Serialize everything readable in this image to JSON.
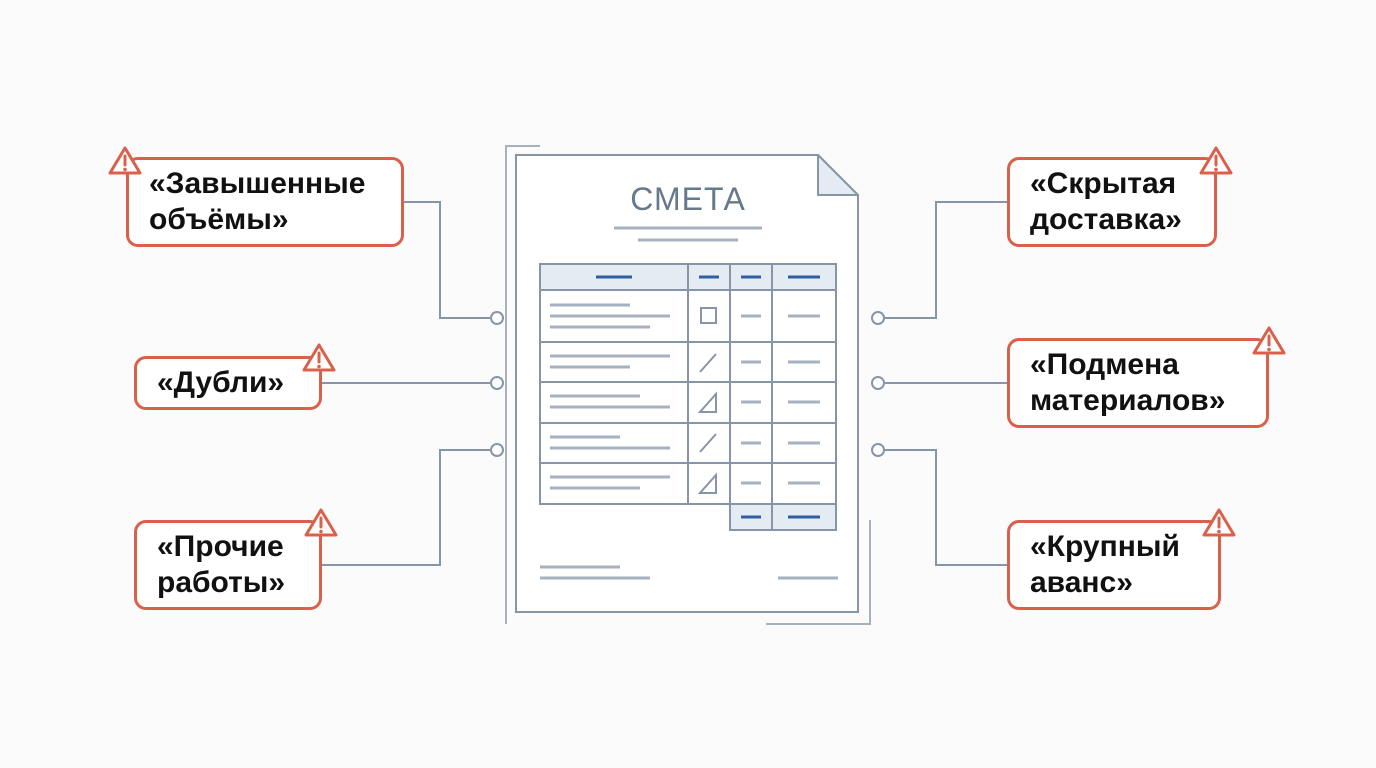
{
  "document": {
    "title": "СМЕТА",
    "table_rows": [
      {
        "mark": "square-icon"
      },
      {
        "mark": "pencil-stroke-icon"
      },
      {
        "mark": "triangle-ruler-icon"
      },
      {
        "mark": "pencil-stroke-icon"
      },
      {
        "mark": "triangle-ruler-icon"
      }
    ]
  },
  "callouts": {
    "left": [
      {
        "id": "inflated-volumes",
        "text": "«Завышенные\nобъёмы»",
        "icon": "warning-icon"
      },
      {
        "id": "duplicates",
        "text": "«Дубли»",
        "icon": "warning-icon"
      },
      {
        "id": "other-works",
        "text": "«Прочие\nработы»",
        "icon": "warning-icon"
      }
    ],
    "right": [
      {
        "id": "hidden-delivery",
        "text": "«Скрытая\nдоставка»",
        "icon": "warning-icon"
      },
      {
        "id": "material-substitution",
        "text": "«Подмена\nматериалов»",
        "icon": "warning-icon"
      },
      {
        "id": "large-advance",
        "text": "«Крупный\nаванс»",
        "icon": "warning-icon"
      }
    ]
  },
  "colors": {
    "warning": "#d9604a",
    "document_stroke": "#8795a8",
    "table_header_fill": "#e4ebf3",
    "accent_dash": "#2f5f9e"
  }
}
